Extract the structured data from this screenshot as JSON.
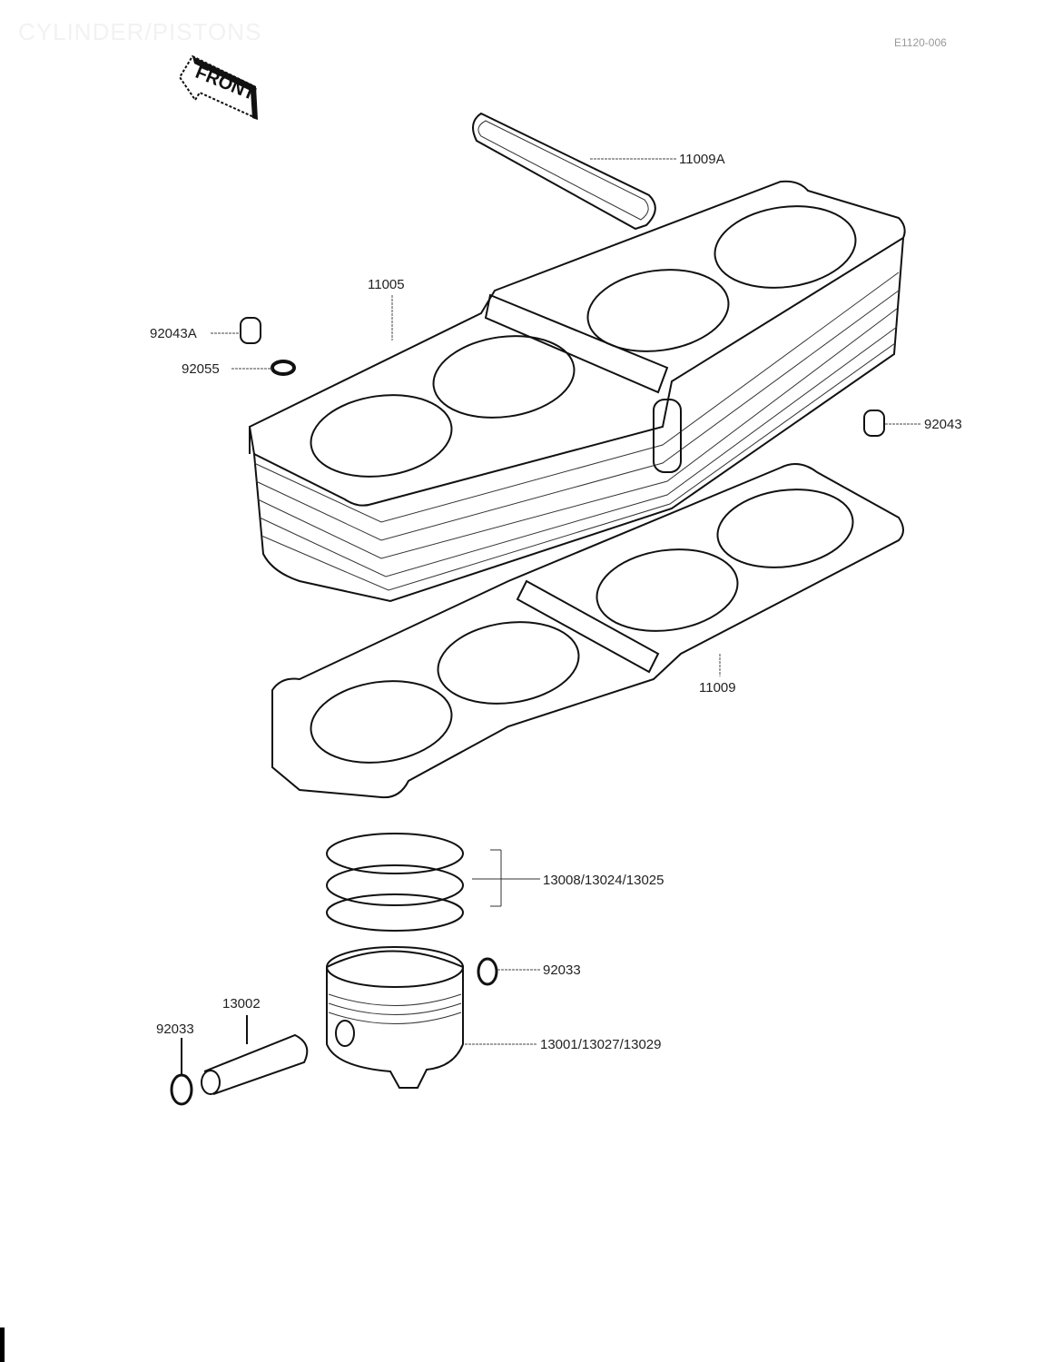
{
  "title": "CYLINDER/PISTONS",
  "ref_code": "E1120-006",
  "front_badge": "FRONT",
  "parts": {
    "rocker_gasket": "11009A",
    "cylinder_block": "11005",
    "dowel_a": "92043A",
    "oring": "92055",
    "dowel": "92043",
    "base_gasket": "11009",
    "rings": "13008/13024/13025",
    "circlip_right": "92033",
    "piston": "13001/13027/13029",
    "pin": "13002",
    "circlip_left": "92033"
  }
}
